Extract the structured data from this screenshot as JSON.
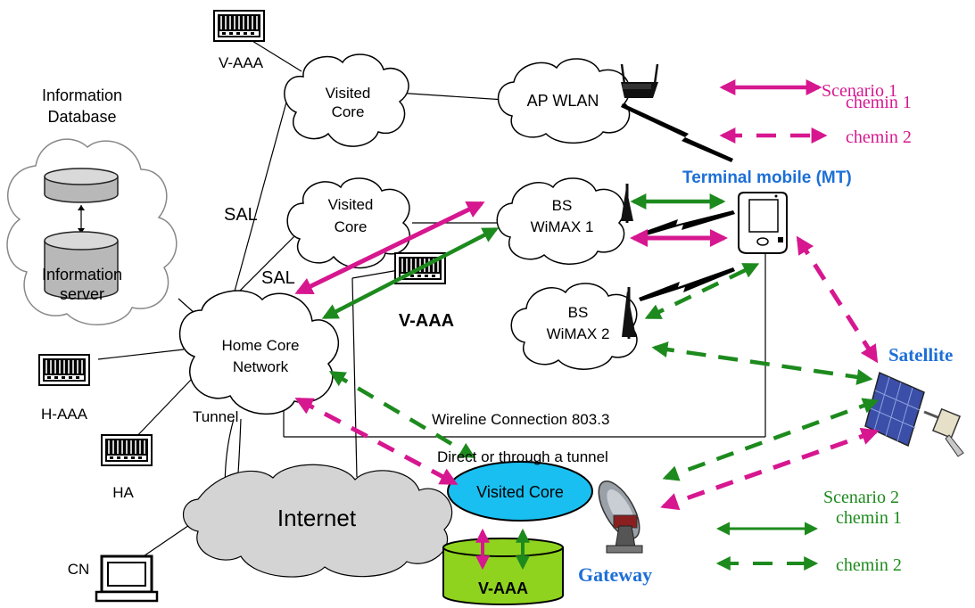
{
  "colors": {
    "magenta": "#d6178f",
    "green": "#1d8a1d",
    "blue": "#1d6fd6",
    "internet_fill": "#d4d4d4",
    "visited_core_fill": "#19bff0",
    "vaaa_fill": "#8fd31f"
  },
  "nodes": {
    "visited_core_top": "Visited\nCore",
    "visited_core_mid": "Visited\nCore",
    "ap_wlan": "AP WLAN",
    "bs_wimax1": "BS\nWiMAX 1",
    "bs_wimax2": "BS\nWiMAX 2",
    "home_core": "Home Core\nNetwork",
    "internet": "Internet",
    "visited_core_bottom": "Visited Core",
    "vaaa_db": "V-AAA",
    "info_db_title": "Information\nDatabase",
    "info_server": "Information\nserver"
  },
  "labels": {
    "vaaa_top": "V-AAA",
    "vaaa_mid": "V-AAA",
    "haaa": "H-AAA",
    "ha": "HA",
    "cn": "CN",
    "sal1": "SAL",
    "sal2": "SAL",
    "tunnel": "Tunnel",
    "wireline": "Wireline Connection 803.3",
    "direct": "Direct or through a tunnel",
    "terminal": "Terminal mobile (MT)",
    "satellite": "Satellite",
    "gateway": "Gateway"
  },
  "legend": {
    "scenario1": "Scenario 1",
    "s1_chemin1": "chemin 1",
    "s1_chemin2": "chemin 2",
    "scenario2": "Scenario 2",
    "s2_chemin1": "chemin 1",
    "s2_chemin2": "chemin 2"
  },
  "icons": [
    "server-rack-icon",
    "database-cylinder-icon",
    "wifi-router-icon",
    "radio-antenna-icon",
    "mobile-terminal-icon",
    "satellite-icon",
    "satellite-dish-icon",
    "computer-monitor-icon",
    "lightning-link-icon"
  ]
}
